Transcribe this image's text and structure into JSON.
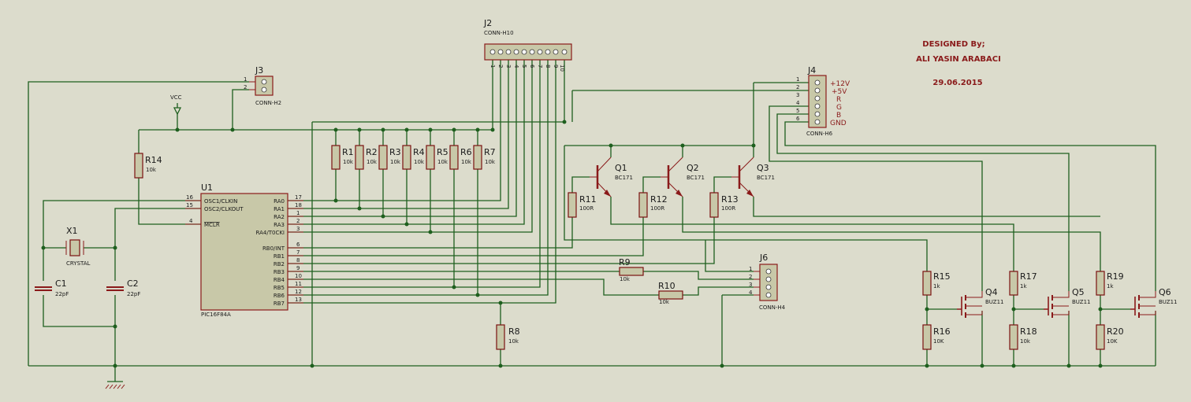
{
  "header": {
    "designed_by": "DESIGNED By;",
    "author": "ALI YASIN ARABACI",
    "date": "29.06.2015"
  },
  "u1": {
    "ref": "U1",
    "value": "PIC16F84A",
    "left_pins": [
      {
        "num": "16",
        "label": "OSC1/CLKIN"
      },
      {
        "num": "15",
        "label": "OSC2/CLKOUT"
      },
      {
        "num": "4",
        "label": "MCLR"
      }
    ],
    "right_pins": [
      {
        "num": "17",
        "label": "RA0"
      },
      {
        "num": "18",
        "label": "RA1"
      },
      {
        "num": "1",
        "label": "RA2"
      },
      {
        "num": "2",
        "label": "RA3"
      },
      {
        "num": "3",
        "label": "RA4/T0CKI"
      },
      {
        "num": "6",
        "label": "RB0/INT"
      },
      {
        "num": "7",
        "label": "RB1"
      },
      {
        "num": "8",
        "label": "RB2"
      },
      {
        "num": "9",
        "label": "RB3"
      },
      {
        "num": "10",
        "label": "RB4"
      },
      {
        "num": "11",
        "label": "RB5"
      },
      {
        "num": "12",
        "label": "RB6"
      },
      {
        "num": "13",
        "label": "RB7"
      }
    ]
  },
  "j2": {
    "ref": "J2",
    "value": "CONN-H10",
    "pins": [
      "1",
      "2",
      "3",
      "4",
      "5",
      "6",
      "7",
      "8",
      "9",
      "10"
    ]
  },
  "j3": {
    "ref": "J3",
    "value": "CONN-H2",
    "pins": [
      "1",
      "2"
    ]
  },
  "j4": {
    "ref": "J4",
    "value": "CONN-H6",
    "pins": [
      "1",
      "2",
      "3",
      "4",
      "5",
      "6"
    ],
    "labels": [
      "+12V",
      "+5V",
      "R",
      "G",
      "B",
      "GND"
    ]
  },
  "j6": {
    "ref": "J6",
    "value": "CONN-H4",
    "pins": [
      "1",
      "2",
      "3",
      "4"
    ]
  },
  "vcc": {
    "label": "VCC"
  },
  "r14": {
    "ref": "R14",
    "value": "10k"
  },
  "x1": {
    "ref": "X1",
    "value": "CRYSTAL"
  },
  "c1": {
    "ref": "C1",
    "value": "22pF"
  },
  "c2": {
    "ref": "C2",
    "value": "22pF"
  },
  "pullups": [
    {
      "ref": "R1",
      "value": "10k"
    },
    {
      "ref": "R2",
      "value": "10k"
    },
    {
      "ref": "R3",
      "value": "10k"
    },
    {
      "ref": "R4",
      "value": "10k"
    },
    {
      "ref": "R5",
      "value": "10k"
    },
    {
      "ref": "R6",
      "value": "10k"
    },
    {
      "ref": "R7",
      "value": "10k"
    }
  ],
  "r8": {
    "ref": "R8",
    "value": "10k"
  },
  "r9": {
    "ref": "R9",
    "value": "10k"
  },
  "r10": {
    "ref": "R10",
    "value": "10k"
  },
  "transistors": [
    {
      "ref": "Q1",
      "value": "BC171"
    },
    {
      "ref": "Q2",
      "value": "BC171"
    },
    {
      "ref": "Q3",
      "value": "BC171"
    }
  ],
  "base_res": [
    {
      "ref": "R11",
      "value": "100R"
    },
    {
      "ref": "R12",
      "value": "100R"
    },
    {
      "ref": "R13",
      "value": "100R"
    }
  ],
  "mosfets": [
    {
      "ref": "Q4",
      "value": "BUZ11"
    },
    {
      "ref": "Q5",
      "value": "BUZ11"
    },
    {
      "ref": "Q6",
      "value": "BUZ11"
    }
  ],
  "gate_res": [
    {
      "ref": "R15",
      "value": "1k"
    },
    {
      "ref": "R17",
      "value": "1k"
    },
    {
      "ref": "R19",
      "value": "1k"
    }
  ],
  "pulldown_res": [
    {
      "ref": "R16",
      "value": "10K"
    },
    {
      "ref": "R18",
      "value": "10k"
    },
    {
      "ref": "R20",
      "value": "10K"
    }
  ]
}
